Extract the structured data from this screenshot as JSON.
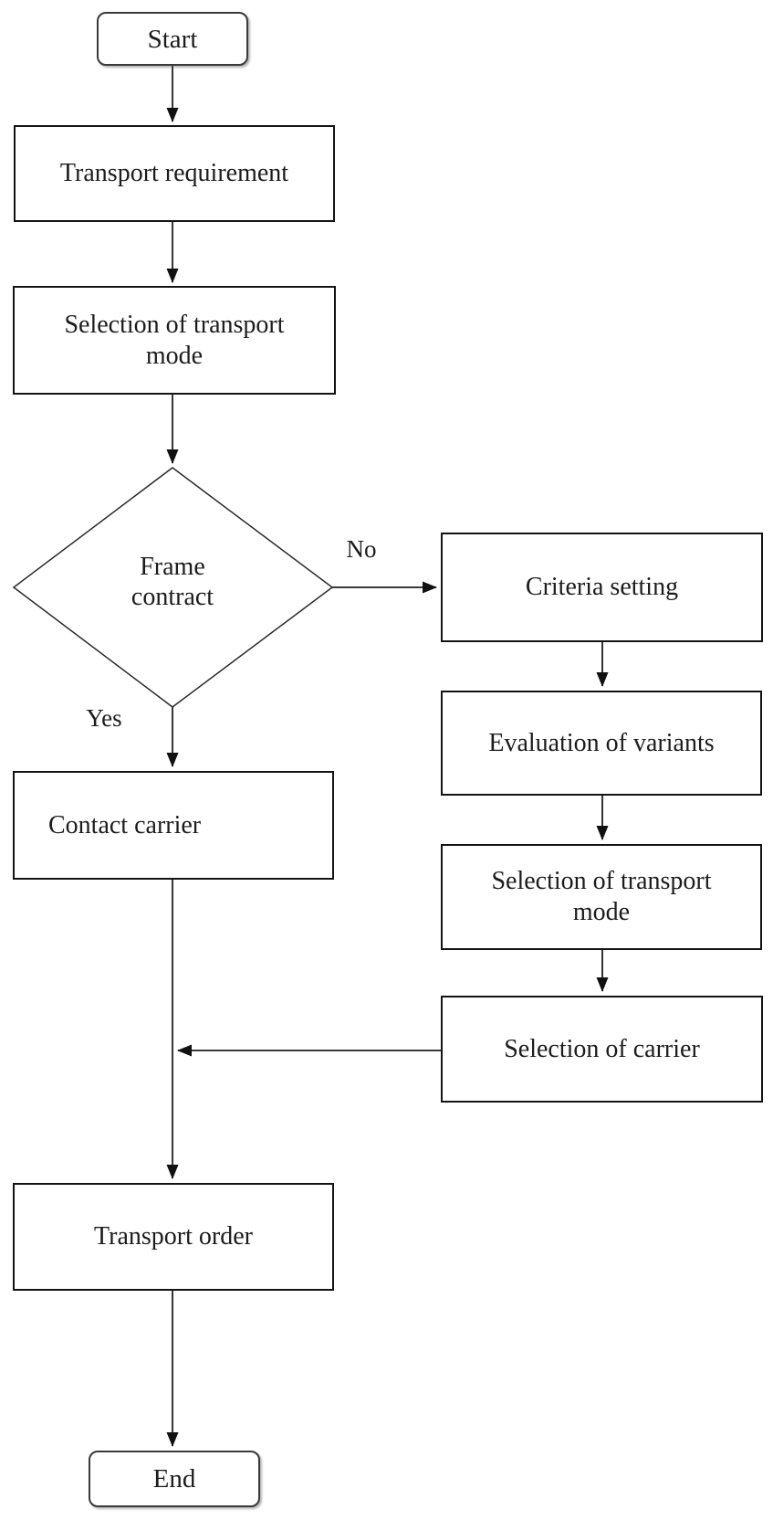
{
  "flowchart": {
    "nodes": {
      "start": "Start",
      "transport_requirement": "Transport requirement",
      "selection_of_transport_mode_1": "Selection of transport\nmode",
      "frame_contract": "Frame\ncontract",
      "criteria_setting": "Criteria setting",
      "evaluation_of_variants": "Evaluation of variants",
      "selection_of_transport_mode_2": "Selection of transport\nmode",
      "selection_of_carrier": "Selection of carrier",
      "contact_carrier": "Contact carrier",
      "transport_order": "Transport order",
      "end": "End"
    },
    "branch_labels": {
      "yes": "Yes",
      "no": "No"
    },
    "colors": {
      "stroke": "#1f1f1f",
      "node_fill": "#ffffff",
      "background": "#ffffff",
      "text": "#1c1c1c"
    }
  }
}
